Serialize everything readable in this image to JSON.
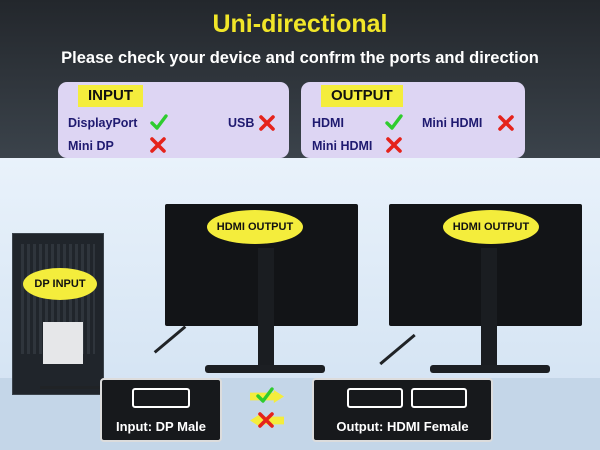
{
  "header": {
    "title": "Uni-directional",
    "subtitle": "Please check your device and confrm the ports and direction"
  },
  "input_box": {
    "tag": "INPUT",
    "items": [
      {
        "label": "DisplayPort",
        "status": "check"
      },
      {
        "label": "USB",
        "status": "cross"
      },
      {
        "label": "Mini DP",
        "status": "cross"
      }
    ]
  },
  "output_box": {
    "tag": "OUTPUT",
    "items": [
      {
        "label": "HDMI",
        "status": "check"
      },
      {
        "label": "Mini HDMI",
        "status": "cross"
      },
      {
        "label": "Mini HDMI",
        "status": "cross"
      }
    ]
  },
  "scene": {
    "dp_input_bubble": "DP INPUT",
    "hdmi_output_bubble_1": "HDMI OUTPUT",
    "hdmi_output_bubble_2": "HDMI OUTPUT"
  },
  "ports": {
    "input_label": "Input: DP Male",
    "output_label": "Output: HDMI Female"
  },
  "colors": {
    "accent_yellow": "#f4ed3c",
    "check_green": "#2ecc2e",
    "cross_red": "#e5231b",
    "label_navy": "#1f1a70"
  }
}
